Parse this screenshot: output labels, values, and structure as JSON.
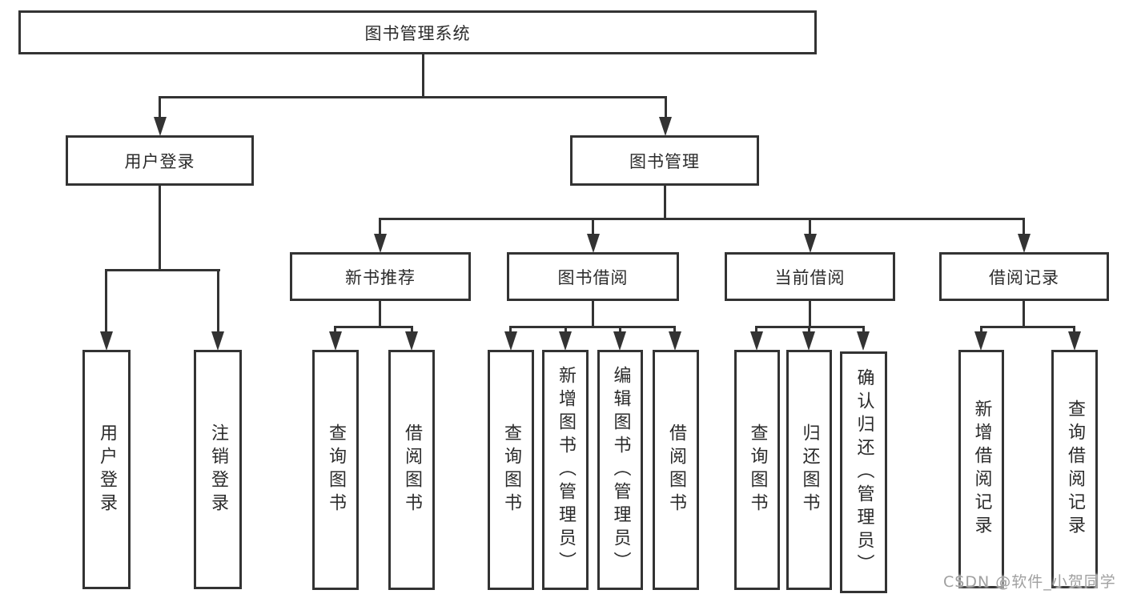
{
  "diagram_type": "functional-structure-tree",
  "tree": {
    "root": {
      "label": "图书管理系统",
      "children": [
        {
          "label": "用户登录",
          "children": [
            {
              "label": "用户登录"
            },
            {
              "label": "注销登录"
            }
          ]
        },
        {
          "label": "图书管理",
          "children": [
            {
              "label": "新书推荐",
              "children": [
                {
                  "label": "查询图书"
                },
                {
                  "label": "借阅图书"
                }
              ]
            },
            {
              "label": "图书借阅",
              "children": [
                {
                  "label": "查询图书"
                },
                {
                  "label": "新增图书（管理员）"
                },
                {
                  "label": "编辑图书（管理员）"
                },
                {
                  "label": "借阅图书"
                }
              ]
            },
            {
              "label": "当前借阅",
              "children": [
                {
                  "label": "查询图书"
                },
                {
                  "label": "归还图书"
                },
                {
                  "label": "确认归还（管理员）"
                }
              ]
            },
            {
              "label": "借阅记录",
              "children": [
                {
                  "label": "新增借阅记录"
                },
                {
                  "label": "查询借阅记录"
                }
              ]
            }
          ]
        }
      ]
    }
  },
  "watermark": {
    "text": "CSDN @软件_小贺同学",
    "color": "#a0a0a0"
  },
  "colors": {
    "background": "#ffffff",
    "line": "#333333",
    "box_border": "#333333",
    "text": "#2b2b2b"
  }
}
